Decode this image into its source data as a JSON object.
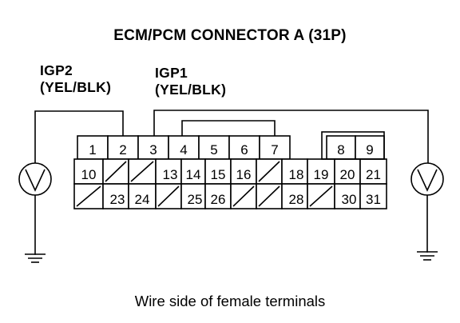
{
  "diagram": {
    "title": "ECM/PCM CONNECTOR A (31P)",
    "caption": "Wire side of female terminals",
    "labels": {
      "igp2_name": "IGP2",
      "igp2_color": "(YEL/BLK)",
      "igp1_name": "IGP1",
      "igp1_color": "(YEL/BLK)"
    },
    "meter_symbol": "V",
    "connector": {
      "row1": [
        "1",
        "2",
        "3",
        "4",
        "5",
        "6",
        "7",
        "",
        "",
        "8",
        "9"
      ],
      "row2": [
        "10",
        "",
        "",
        "13",
        "14",
        "15",
        "16",
        "",
        "18",
        "19",
        "20",
        "21"
      ],
      "row3": [
        "",
        "23",
        "24",
        "",
        "25",
        "26",
        "",
        "",
        "28",
        "",
        "30",
        "31"
      ]
    }
  }
}
